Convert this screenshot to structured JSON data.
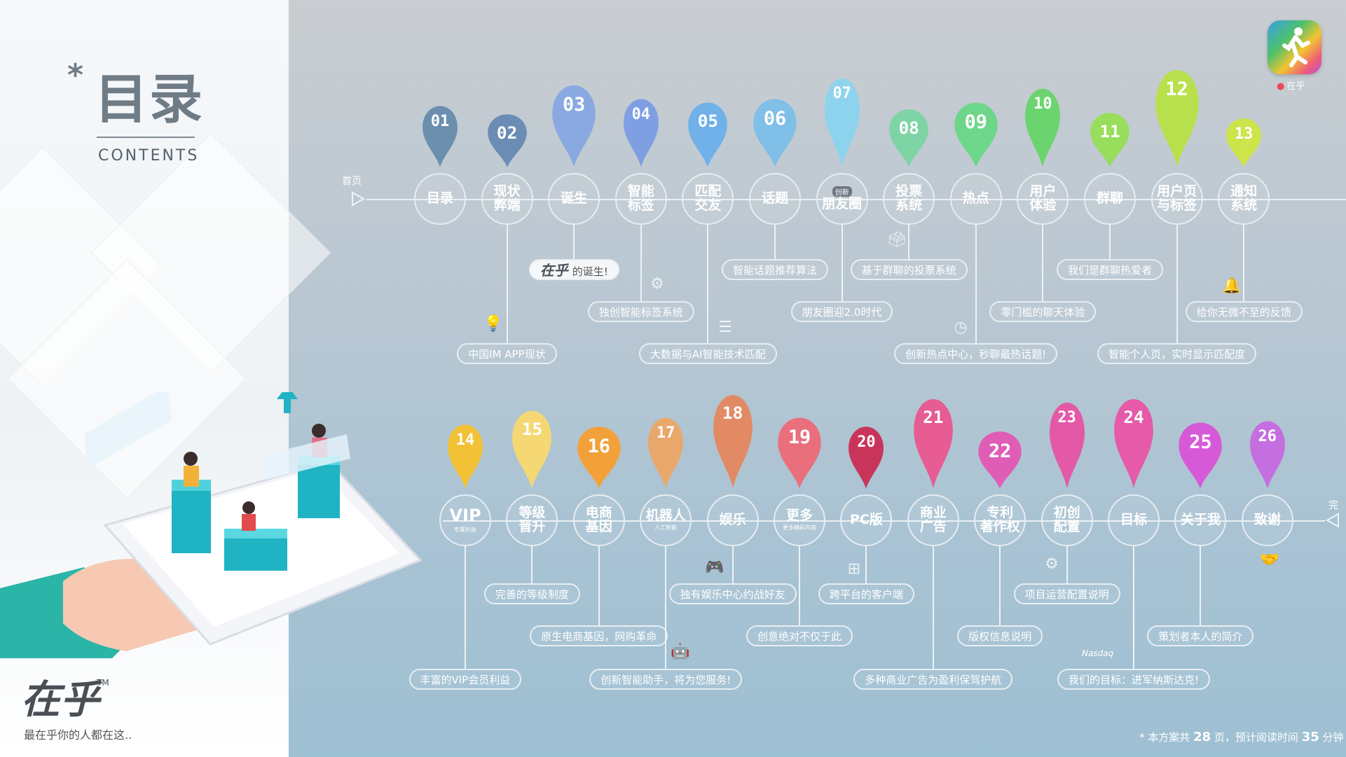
{
  "toc": {
    "star": "*",
    "title": "目录",
    "subtitle": "CONTENTS"
  },
  "brand": {
    "name": "在乎",
    "tm": "TM",
    "slogan": "最在乎你的人都在这.."
  },
  "app_icon": {
    "label": "在乎",
    "name": "runner-icon"
  },
  "start_label": "首页",
  "end_label": "完",
  "row1": [
    {
      "num": "01",
      "text": "目录",
      "color": "#6c8fb0"
    },
    {
      "num": "02",
      "text": "现状\n弊端",
      "color": "#6b8cb4"
    },
    {
      "num": "03",
      "text": "诞生",
      "color": "#8aa9e0"
    },
    {
      "num": "04",
      "text": "智能\n标签",
      "color": "#7f9fe3"
    },
    {
      "num": "05",
      "text": "匹配\n交友",
      "color": "#6fb1e8"
    },
    {
      "num": "06",
      "text": "话题",
      "color": "#7fbfe8"
    },
    {
      "num": "07",
      "text": "朋友圈",
      "badge": "创新",
      "color": "#8ed3ee"
    },
    {
      "num": "08",
      "text": "投票\n系统",
      "color": "#7fd4a6"
    },
    {
      "num": "09",
      "text": "热点",
      "color": "#6ed68b"
    },
    {
      "num": "10",
      "text": "用户\n体验",
      "color": "#6cd46f"
    },
    {
      "num": "11",
      "text": "群聊",
      "color": "#98dd5b"
    },
    {
      "num": "12",
      "text": "用户页\n与标签",
      "color": "#b7e04c"
    },
    {
      "num": "13",
      "text": "通知\n系统",
      "color": "#cde44a"
    }
  ],
  "row1_pills": [
    {
      "text": "中国IM APP现状",
      "node": 1,
      "level": 3
    },
    {
      "text": "的诞生!",
      "logo": "在乎",
      "node": 2,
      "level": 1
    },
    {
      "text": "独创智能标签系统",
      "node": 3,
      "level": 2
    },
    {
      "text": "大数据与AI智能技术匹配",
      "node": 4,
      "level": 3
    },
    {
      "text": "智能话题推荐算法",
      "node": 5,
      "level": 1
    },
    {
      "text": "朋友圈迎2.0时代",
      "node": 6,
      "level": 2
    },
    {
      "text": "基于群聊的投票系统",
      "node": 7,
      "level": 1
    },
    {
      "text": "创新热点中心，秒聊最热话题!",
      "node": 8,
      "level": 3
    },
    {
      "text": "零门槛的聊天体验",
      "node": 9,
      "level": 2
    },
    {
      "text": "我们是群聊热爱者",
      "node": 10,
      "level": 1
    },
    {
      "text": "智能个人页，实时显示匹配度",
      "node": 11,
      "level": 3
    },
    {
      "text": "给你无微不至的反馈",
      "node": 12,
      "level": 2
    }
  ],
  "row2": [
    {
      "num": "14",
      "text": "VIP",
      "sub": "专属利益",
      "big": true,
      "color": "#f2c135"
    },
    {
      "num": "15",
      "text": "等级\n晋升",
      "color": "#f5d873"
    },
    {
      "num": "16",
      "text": "电商\n基因",
      "color": "#f2a13a"
    },
    {
      "num": "17",
      "text": "机器人",
      "sub": "人工智能",
      "color": "#e8a86b"
    },
    {
      "num": "18",
      "text": "娱乐",
      "color": "#e28a63"
    },
    {
      "num": "19",
      "text": "更多",
      "sub": "更多精彩内容",
      "color": "#ea6f7d"
    },
    {
      "num": "20",
      "text": "PC版",
      "color": "#c9355a"
    },
    {
      "num": "21",
      "text": "商业\n广告",
      "color": "#e65c93"
    },
    {
      "num": "22",
      "text": "专利\n著作权",
      "color": "#e05db6"
    },
    {
      "num": "23",
      "text": "初创\n配置",
      "color": "#e458a8"
    },
    {
      "num": "24",
      "text": "目标",
      "color": "#e65aa9"
    },
    {
      "num": "25",
      "text": "关于我",
      "color": "#d65ad8"
    },
    {
      "num": "26",
      "text": "致谢",
      "color": "#c56ee0"
    }
  ],
  "row2_pills": [
    {
      "text": "丰富的VIP会员利益",
      "node": 0,
      "level": 3
    },
    {
      "text": "完善的等级制度",
      "node": 1,
      "level": 1
    },
    {
      "text": "原生电商基因，网购革命",
      "node": 2,
      "level": 2
    },
    {
      "text": "创新智能助手，将为您服务!",
      "node": 3,
      "level": 3
    },
    {
      "text": "独有娱乐中心约战好友",
      "node": 4,
      "level": 1
    },
    {
      "text": "创意绝对不仅于此",
      "node": 5,
      "level": 2
    },
    {
      "text": "跨平台的客户端",
      "node": 6,
      "level": 1
    },
    {
      "text": "多种商业广告为盈利保驾护航",
      "node": 7,
      "level": 3
    },
    {
      "text": "版权信息说明",
      "node": 8,
      "level": 2
    },
    {
      "text": "项目运营配置说明",
      "node": 9,
      "level": 1
    },
    {
      "text": "我们的目标：进军纳斯达克!",
      "node": 10,
      "level": 3
    },
    {
      "text": "策划者本人的简介",
      "node": 11,
      "level": 2
    }
  ],
  "nasdaq_label": "Nasdaq",
  "footnote": {
    "prefix": "* 本方案共",
    "pages": "28",
    "mid": "页，预计阅读时间",
    "minutes": "35",
    "suffix": "分钟"
  }
}
